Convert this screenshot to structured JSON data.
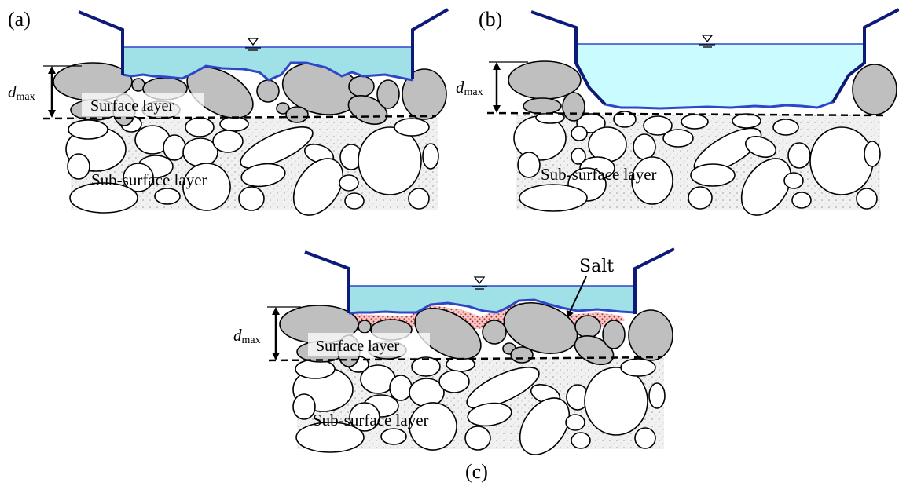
{
  "panels": [
    {
      "label": "(a)",
      "dmax_main": "d",
      "dmax_sub": "max",
      "surface_label": "Surface layer",
      "subsurface_label": "Sub-surface layer"
    },
    {
      "label": "(b)",
      "dmax_main": "d",
      "dmax_sub": "max",
      "subsurface_label": "Sub-surface layer"
    },
    {
      "label": "(c)",
      "dmax_main": "d",
      "dmax_sub": "max",
      "surface_label": "Surface layer",
      "subsurface_label": "Sub-surface layer",
      "salt_label": "Salt"
    }
  ],
  "colors": {
    "channel_wall": "#0d1a7a",
    "water_a_c": "#9fe1e6",
    "water_b": "#cafcff",
    "surface_grain": "#bfbfbf",
    "subsurface_grain": "#ffffff",
    "matrix": "#f1f1f1",
    "salt_fill": "#f0b8b8",
    "salt_dots": "#b41e1e"
  },
  "symbols": {
    "water_level": "water-level-triangle"
  }
}
